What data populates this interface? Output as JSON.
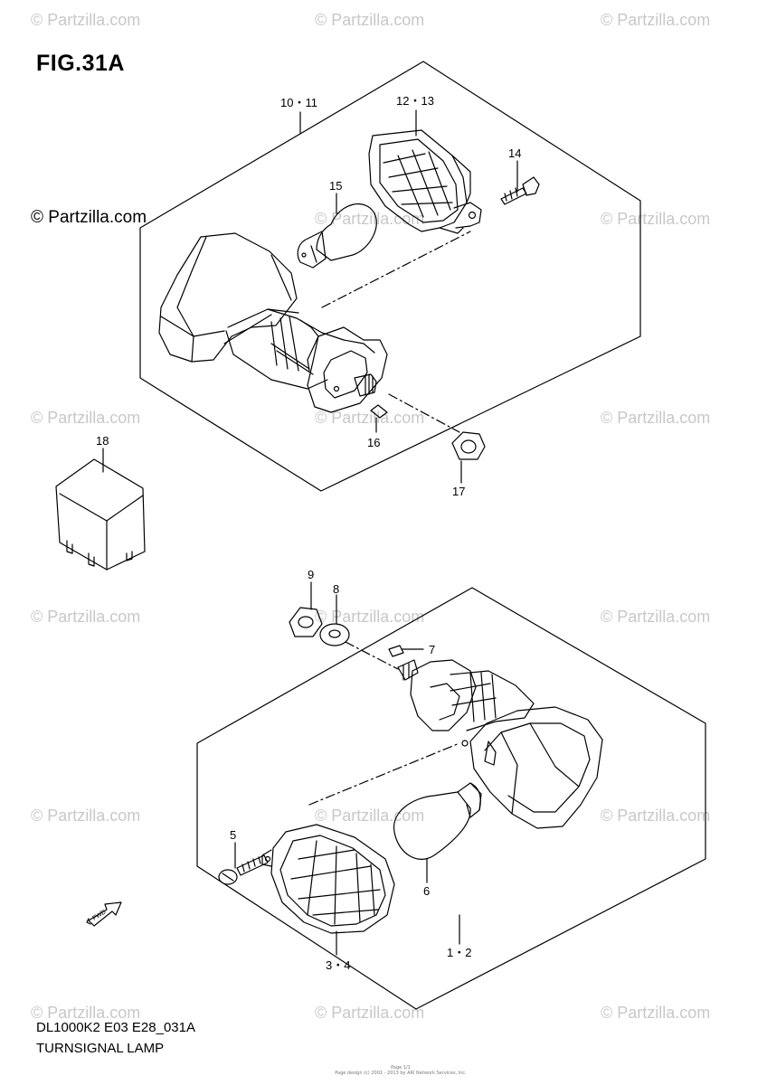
{
  "figure": {
    "title": "FIG.31A",
    "code": "DL1000K2 E03 E28_031A",
    "name": "TURNSIGNAL LAMP"
  },
  "brand": "© Partzilla.com",
  "watermark": "© Partzilla.com",
  "fine_print": [
    "Page 1/1",
    "Page design (c) 2001 - 2013 by ARI Network Services, Inc."
  ],
  "arrow_label": "FWD",
  "callouts": {
    "c10_11": "10・11",
    "c12_13": "12・13",
    "c14": "14",
    "c15": "15",
    "c16": "16",
    "c17": "17",
    "c18": "18",
    "c9": "9",
    "c8": "8",
    "c7": "7",
    "c5": "5",
    "c6": "6",
    "c3_4": "3・4",
    "c1_2": "1・2"
  }
}
